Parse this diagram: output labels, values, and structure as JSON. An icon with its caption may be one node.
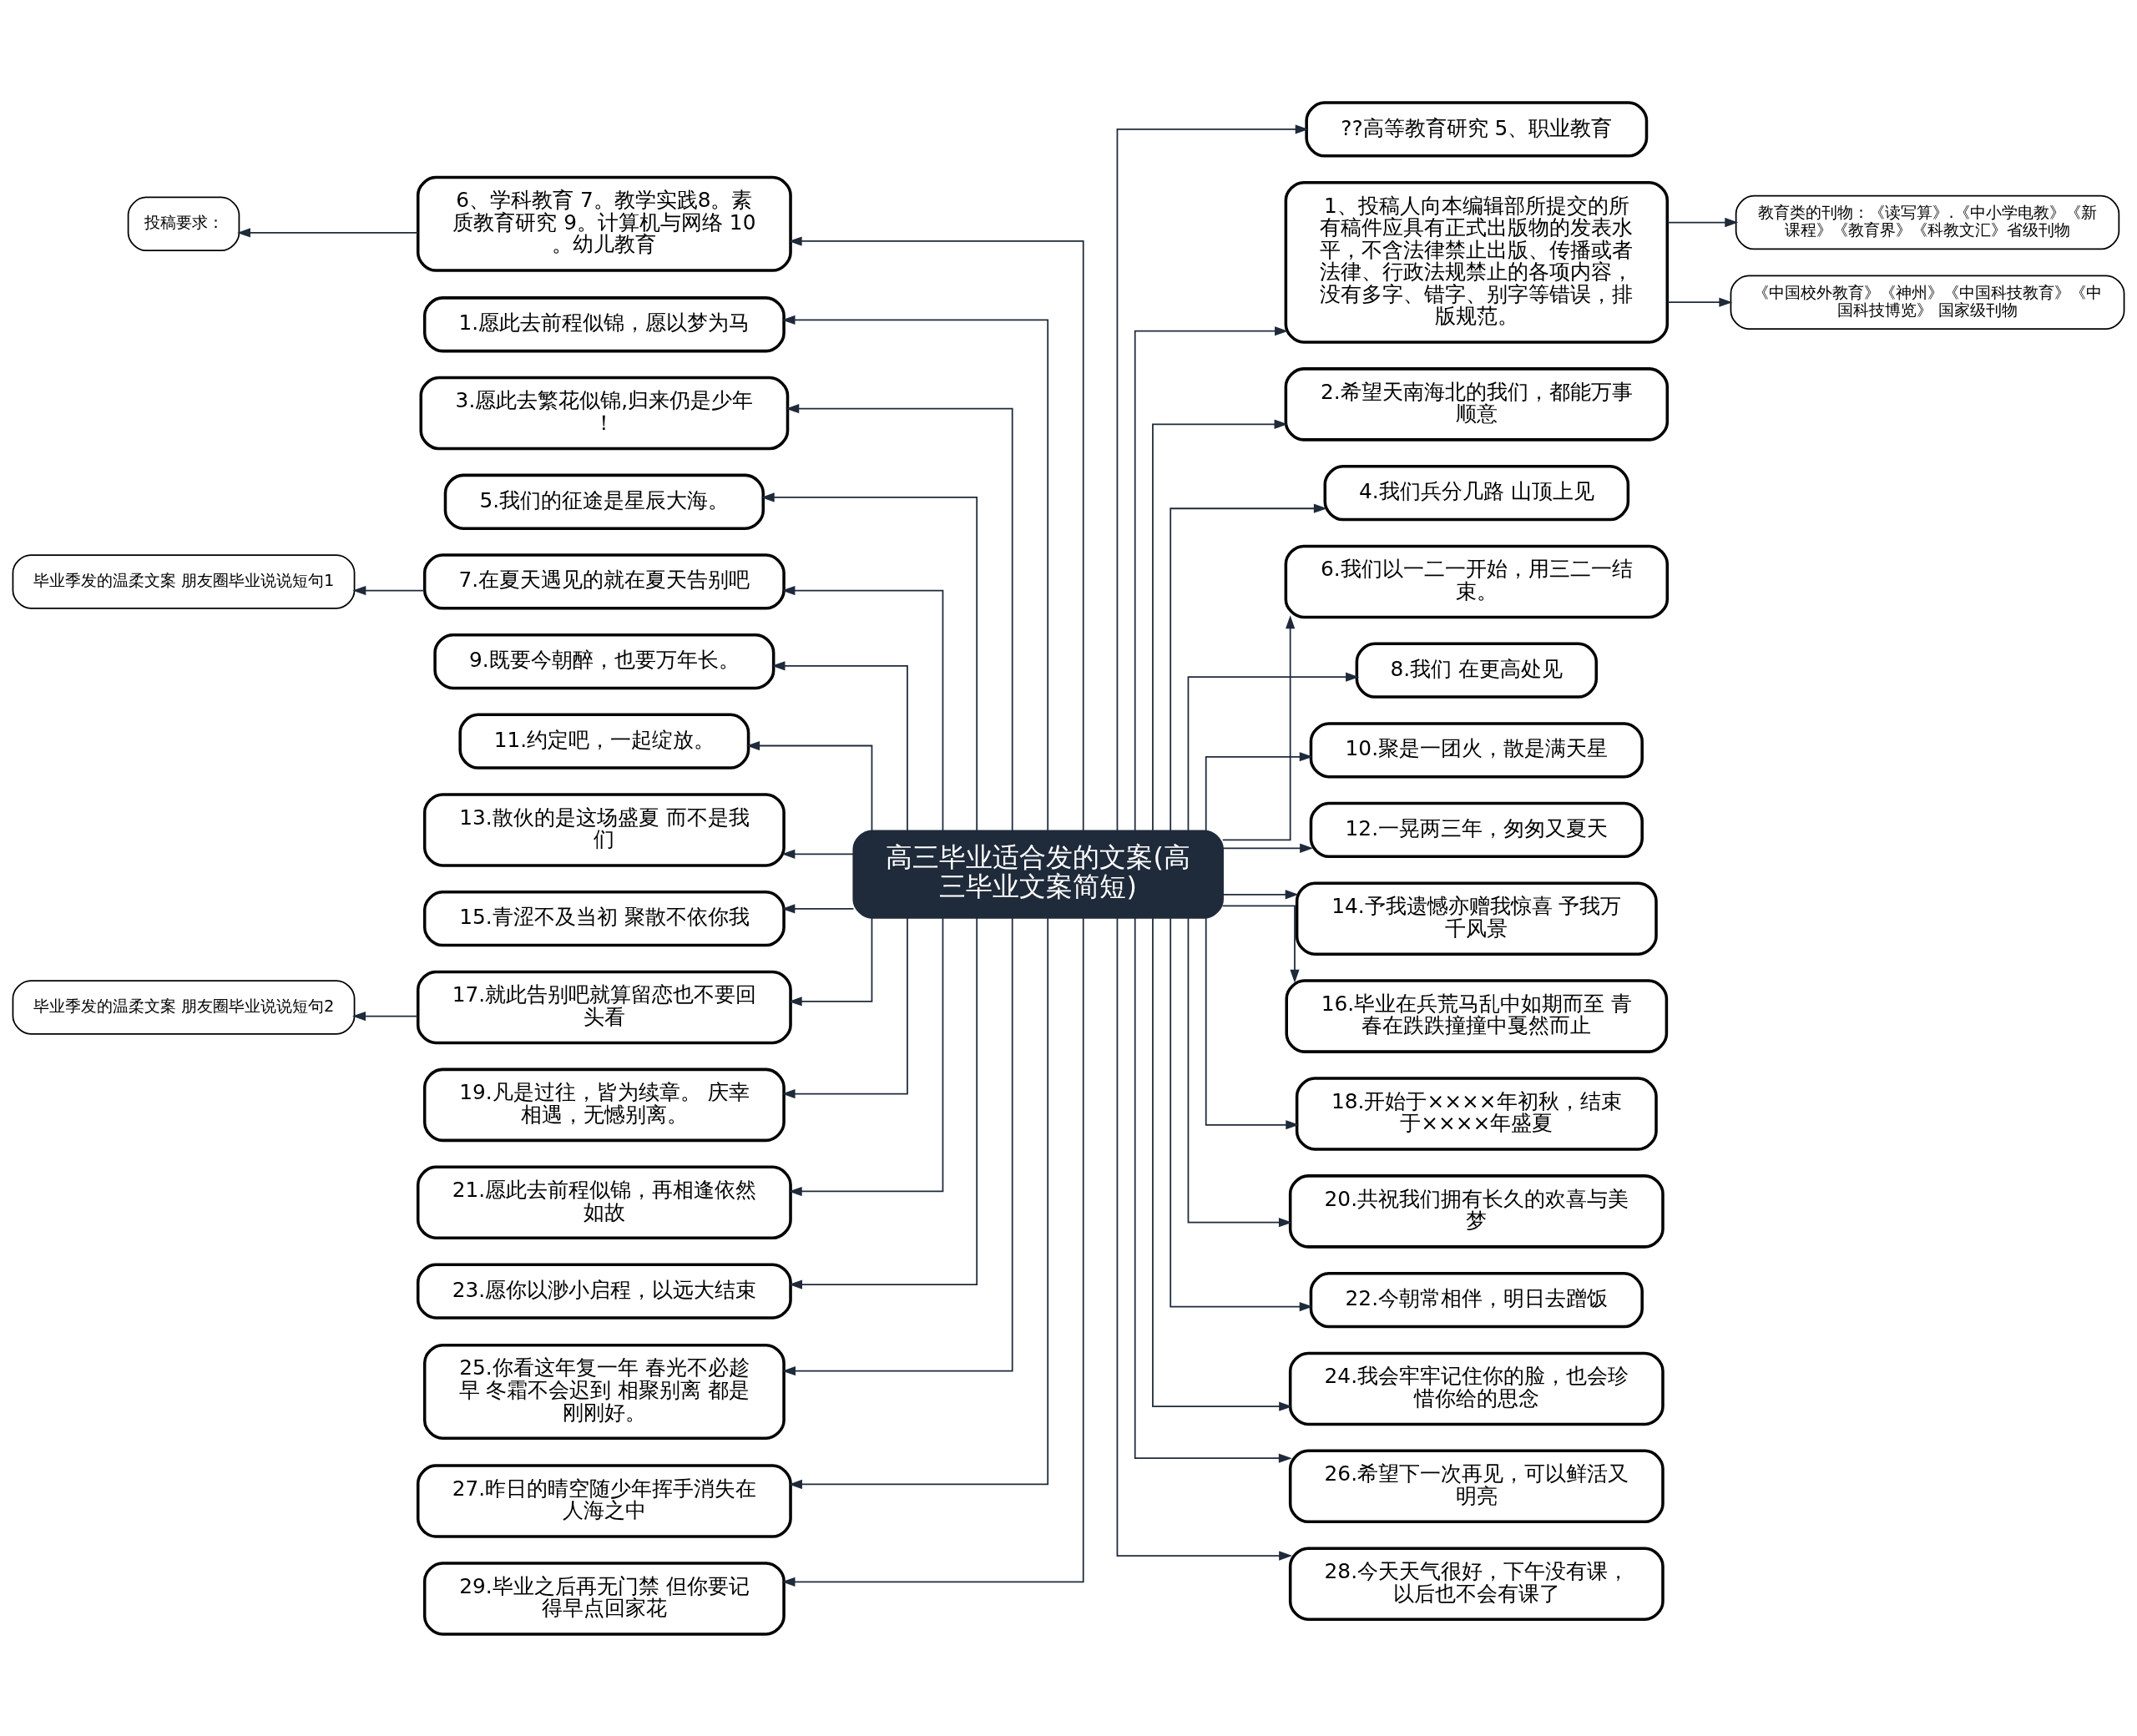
{
  "diagram": {
    "nodes": [
      {
        "text": [
          "高三毕业适合发的文案(高三毕业文案简短)"
        ]
      },
      {
        "text": [
          "6、学科教育 7。教学实践8。素质教育研究 9。计算机与网络 10。幼儿教育"
        ]
      },
      {
        "text": [
          "投稿要求："
        ]
      },
      {
        "text": [
          "1.愿此去前程似锦，愿以梦为马"
        ]
      },
      {
        "text": [
          "3.愿此去繁花似锦,归来仍是少年！"
        ]
      },
      {
        "text": [
          "5.我们的征途是星辰大海。"
        ]
      },
      {
        "text": [
          "7.在夏天遇见的就在夏天告别吧"
        ]
      },
      {
        "text": [
          "毕业季发的温柔文案 朋友圈毕业说说短句1"
        ]
      },
      {
        "text": [
          "9.既要今朝醉，也要万年长。"
        ]
      },
      {
        "text": [
          "11.约定吧，一起绽放。"
        ]
      },
      {
        "text": [
          "13.散伙的是这场盛夏 而不是我们"
        ]
      },
      {
        "text": [
          "15.青涩不及当初 聚散不依你我"
        ]
      },
      {
        "text": [
          "17.就此告别吧就算留恋也不要回头看"
        ]
      },
      {
        "text": [
          "毕业季发的温柔文案 朋友圈毕业说说短句2"
        ]
      },
      {
        "text": [
          "19.凡是过往，皆为续章。 庆幸相遇，无憾别离。"
        ]
      },
      {
        "text": [
          "21.愿此去前程似锦，再相逢依然如故"
        ]
      },
      {
        "text": [
          "23.愿你以渺小启程，以远大结束"
        ]
      },
      {
        "text": [
          "25.你看这年复一年 春光不必趁早 冬霜不会迟到 相聚别离 都是刚刚好。"
        ]
      },
      {
        "text": [
          "27.昨日的晴空随少年挥手消失在人海之中"
        ]
      },
      {
        "text": [
          "29.毕业之后再无门禁 但你要记得早点回家花"
        ]
      },
      {
        "text": [
          "??高等教育研究 5、职业教育"
        ]
      },
      {
        "text": [
          "1、投稿人向本编辑部所提交的所有稿件应具有正式出版物的发表水平，不含法律禁止出版、传播或者法律、行政法规禁止的各项内容，没有多字、错字、别字等错误，排版规范。"
        ]
      },
      {
        "text": [
          "教育类的刊物：《读写算》.《中小学电教》《新课程》《教育界》《科教文汇》省级刊物"
        ]
      },
      {
        "text": [
          "《中国校外教育》《神州》《中国科技教育》《中国科技博览》 国家级刊物"
        ]
      },
      {
        "text": [
          "2.希望天南海北的我们，都能万事顺意"
        ]
      },
      {
        "text": [
          "4.我们兵分几路 山顶上见"
        ]
      },
      {
        "text": [
          "6.我们以一二一开始，用三二一结束。"
        ]
      },
      {
        "text": [
          "8.我们 在更高处见"
        ]
      },
      {
        "text": [
          "10.聚是一团火，散是满天星"
        ]
      },
      {
        "text": [
          "12.一晃两三年，匆匆又夏天"
        ]
      },
      {
        "text": [
          "14.予我遗憾亦赠我惊喜 予我万千风景"
        ]
      },
      {
        "text": [
          "16.毕业在兵荒马乱中如期而至 青春在跌跌撞撞中戛然而止"
        ]
      },
      {
        "text": [
          "18.开始于××××年初秋，结束于××××年盛夏"
        ]
      },
      {
        "text": [
          "20.共祝我们拥有长久的欢喜与美梦"
        ]
      },
      {
        "text": [
          "22.今朝常相伴，明日去蹭饭"
        ]
      },
      {
        "text": [
          "24.我会牢牢记住你的脸，也会珍惜你给的思念"
        ]
      },
      {
        "text": [
          "26.希望下一次再见，可以鲜活又明亮"
        ]
      },
      {
        "text": [
          "28.今天天气很好，下午没有课，以后也不会有课了"
        ]
      }
    ],
    "edges": [
      {
        "from": 0,
        "to": 1,
        "arrow": "to"
      },
      {
        "from": 1,
        "to": 2,
        "arrow": "to"
      },
      {
        "from": 0,
        "to": 3,
        "arrow": "to"
      },
      {
        "from": 0,
        "to": 4,
        "arrow": "to"
      },
      {
        "from": 0,
        "to": 5,
        "arrow": "to"
      },
      {
        "from": 0,
        "to": 6,
        "arrow": "to"
      },
      {
        "from": 6,
        "to": 7,
        "arrow": "to"
      },
      {
        "from": 0,
        "to": 8,
        "arrow": "to"
      },
      {
        "from": 0,
        "to": 9,
        "arrow": "to"
      },
      {
        "from": 0,
        "to": 10,
        "arrow": "to"
      },
      {
        "from": 0,
        "to": 11,
        "arrow": "to"
      },
      {
        "from": 0,
        "to": 12,
        "arrow": "to"
      },
      {
        "from": 12,
        "to": 13,
        "arrow": "to"
      },
      {
        "from": 0,
        "to": 14,
        "arrow": "to"
      },
      {
        "from": 0,
        "to": 15,
        "arrow": "to"
      },
      {
        "from": 0,
        "to": 16,
        "arrow": "to"
      },
      {
        "from": 0,
        "to": 17,
        "arrow": "to"
      },
      {
        "from": 0,
        "to": 18,
        "arrow": "to"
      },
      {
        "from": 0,
        "to": 19,
        "arrow": "to"
      },
      {
        "from": 0,
        "to": 20,
        "arrow": "to"
      },
      {
        "from": 0,
        "to": 21,
        "arrow": "to"
      },
      {
        "from": 21,
        "to": 22,
        "arrow": "to"
      },
      {
        "from": 21,
        "to": 23,
        "arrow": "to"
      },
      {
        "from": 0,
        "to": 24,
        "arrow": "to"
      },
      {
        "from": 0,
        "to": 25,
        "arrow": "to"
      },
      {
        "from": 0,
        "to": 26,
        "arrow": "to"
      },
      {
        "from": 0,
        "to": 27,
        "arrow": "to"
      },
      {
        "from": 0,
        "to": 28,
        "arrow": "to"
      },
      {
        "from": 0,
        "to": 29,
        "arrow": "to"
      },
      {
        "from": 0,
        "to": 30,
        "arrow": "to"
      },
      {
        "from": 0,
        "to": 31,
        "arrow": "to"
      },
      {
        "from": 0,
        "to": 32,
        "arrow": "to"
      },
      {
        "from": 0,
        "to": 33,
        "arrow": "to"
      },
      {
        "from": 0,
        "to": 34,
        "arrow": "to"
      },
      {
        "from": 0,
        "to": 35,
        "arrow": "to"
      },
      {
        "from": 0,
        "to": 36,
        "arrow": "to"
      },
      {
        "from": 0,
        "to": 37,
        "arrow": "to"
      }
    ]
  }
}
